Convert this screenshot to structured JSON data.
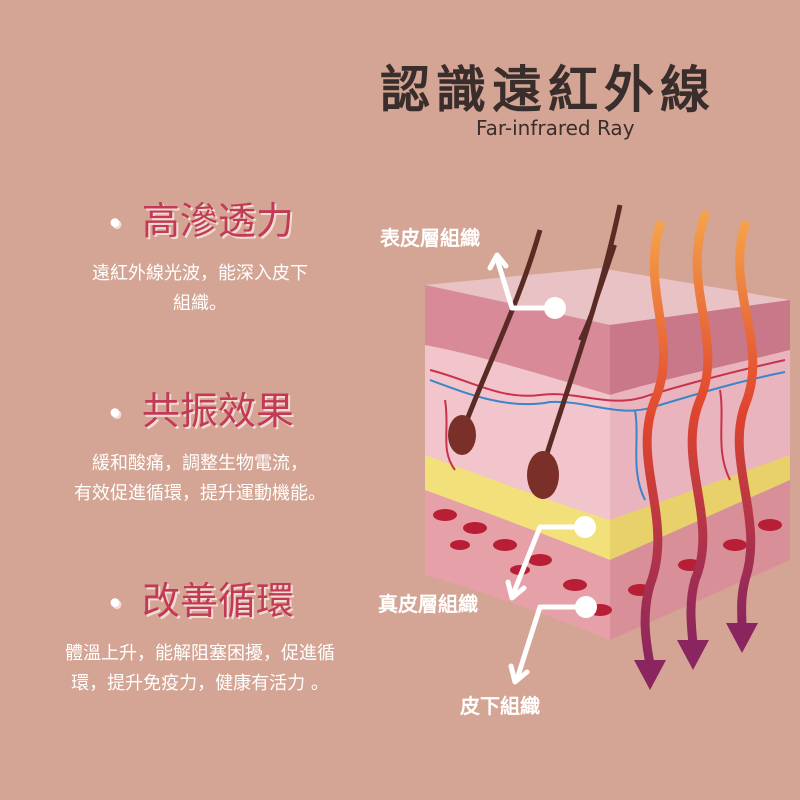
{
  "header": {
    "title": "認識遠紅外線",
    "subtitle": "Far-infrared Ray"
  },
  "features": [
    {
      "title": "高滲透力",
      "desc_lines": [
        "遠紅外線光波，能深入皮下",
        "組織。"
      ]
    },
    {
      "title": "共振效果",
      "desc_lines": [
        "緩和酸痛，調整生物電流，",
        "有效促進循環，提升運動機能。"
      ]
    },
    {
      "title": "改善循環",
      "desc_lines": [
        "體溫上升，能解阻塞困擾，促進循",
        "環，提升免疫力，健康有活力 。"
      ]
    }
  ],
  "labels": {
    "epidermis": "表皮層組織",
    "dermis": "真皮層組織",
    "subcutaneous": "皮下組織"
  },
  "colors": {
    "background": "#d4a594",
    "title": "#3a2e2d",
    "feature_title": "#c23a54",
    "text": "#ffffff",
    "ray_hot": "#f08a3a",
    "ray_cool": "#8a2560"
  },
  "icons": {
    "bullet": "white-dot",
    "pointer": "white-arrow"
  }
}
